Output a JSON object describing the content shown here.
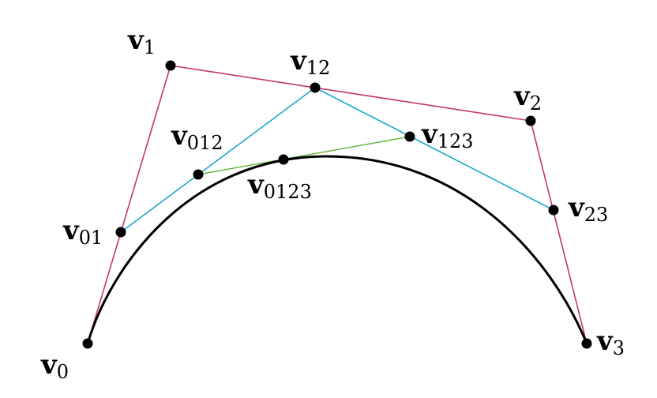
{
  "diagram": {
    "colors": {
      "control_polygon": "#c2366f",
      "first_level": "#1ca7d4",
      "second_level": "#5bb033",
      "curve": "#000000",
      "points": "#000000",
      "background": "#ffffff"
    },
    "points": [
      {
        "id": "v0",
        "base": "v",
        "sub": "0"
      },
      {
        "id": "v1",
        "base": "v",
        "sub": "1"
      },
      {
        "id": "v2",
        "base": "v",
        "sub": "2"
      },
      {
        "id": "v3",
        "base": "v",
        "sub": "3"
      },
      {
        "id": "v01",
        "base": "v",
        "sub": "01"
      },
      {
        "id": "v12",
        "base": "v",
        "sub": "12"
      },
      {
        "id": "v23",
        "base": "v",
        "sub": "23"
      },
      {
        "id": "v012",
        "base": "v",
        "sub": "012"
      },
      {
        "id": "v123",
        "base": "v",
        "sub": "123"
      },
      {
        "id": "v0123",
        "base": "v",
        "sub": "0123"
      }
    ]
  }
}
